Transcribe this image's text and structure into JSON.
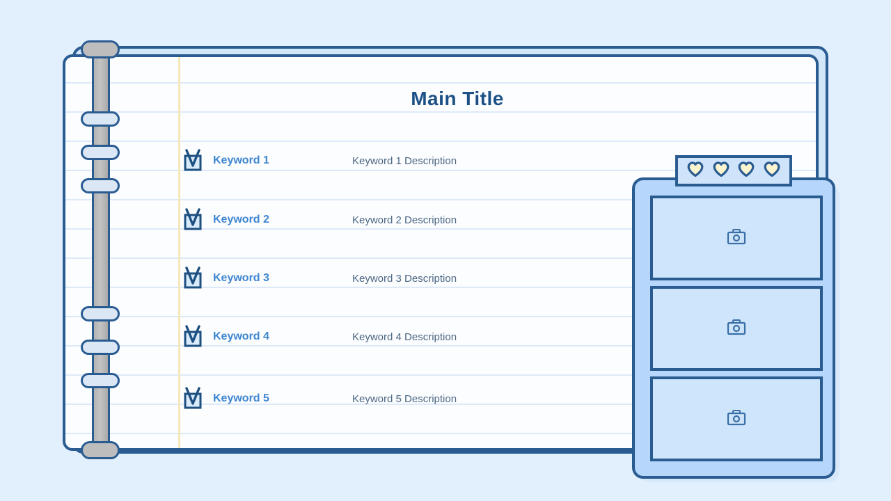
{
  "page": {
    "background_color": "#e2effc"
  },
  "notebook": {
    "title": "Main Title",
    "title_color": "#1d5186",
    "page_color": "#fbfdff",
    "border_color": "#2a5c92",
    "rule_line_color": "#dde9f8",
    "margin_line_color": "#f5e7b8",
    "binding": {
      "spine_color": "#bdbdbd",
      "ring_color": "#dbe7f4",
      "ring_count": 6
    },
    "rows": [
      {
        "icon": "checkbox-checked-icon",
        "keyword": "Keyword 1",
        "description": "Keyword 1 Description"
      },
      {
        "icon": "checkbox-checked-icon",
        "keyword": "Keyword 2",
        "description": "Keyword 2 Description"
      },
      {
        "icon": "checkbox-checked-icon",
        "keyword": "Keyword 3",
        "description": "Keyword 3 Description"
      },
      {
        "icon": "checkbox-checked-icon",
        "keyword": "Keyword 4",
        "description": "Keyword 4 Description"
      },
      {
        "icon": "checkbox-checked-icon",
        "keyword": "Keyword 5",
        "description": "Keyword 5 Description"
      }
    ],
    "keyword_color": "#3f86d0",
    "description_color": "#4c6783"
  },
  "side_panel": {
    "hearts": {
      "icon": "heart-icon",
      "count": 4,
      "fill_color": "#fbf4cf",
      "outline_color": "#2a5c92",
      "bar_color": "#cfe3fb"
    },
    "panel_color": "#b7d6fb",
    "slots": [
      {
        "icon": "camera-icon",
        "label": ""
      },
      {
        "icon": "camera-icon",
        "label": ""
      },
      {
        "icon": "camera-icon",
        "label": ""
      }
    ],
    "slot_color": "#cfe5fc"
  }
}
